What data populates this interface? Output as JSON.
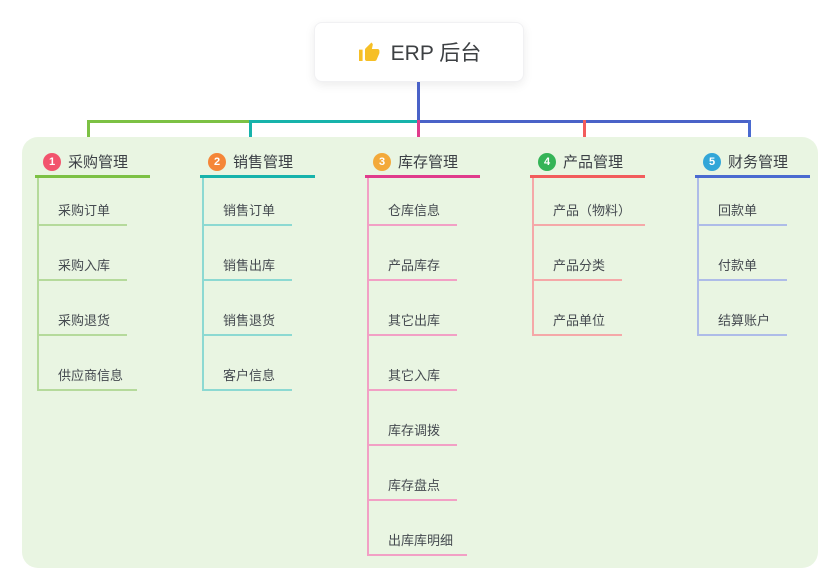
{
  "root": {
    "title": "ERP 后台",
    "icon": "thumbs-up-icon",
    "icon_color": "#f6bf26"
  },
  "panel_bg": "#e9f5e2",
  "connectors": {
    "root_color": "#4a62c8",
    "horizontal_segments": [
      {
        "color": "#7cc144",
        "from": 87,
        "to": 251
      },
      {
        "color": "#17b3ab",
        "from": 249,
        "to": 419
      },
      {
        "color": "#4a62c8",
        "from": 417,
        "to": 751
      }
    ],
    "drop_centers": [
      87,
      249,
      417,
      583,
      748
    ]
  },
  "branches": [
    {
      "index": "1",
      "title": "采购管理",
      "badge_color": "#f2546d",
      "line_color": "#7cc144",
      "child_line_color": "#b5da9b",
      "children": [
        "采购订单",
        "采购入库",
        "采购退货",
        "供应商信息"
      ]
    },
    {
      "index": "2",
      "title": "销售管理",
      "badge_color": "#f58638",
      "line_color": "#17b3ab",
      "child_line_color": "#8cd9d2",
      "children": [
        "销售订单",
        "销售出库",
        "销售退货",
        "客户信息"
      ]
    },
    {
      "index": "3",
      "title": "库存管理",
      "badge_color": "#f3a93a",
      "line_color": "#e03c8c",
      "child_line_color": "#f2a0c5",
      "children": [
        "仓库信息",
        "产品库存",
        "其它出库",
        "其它入库",
        "库存调拨",
        "库存盘点",
        "出库库明细"
      ]
    },
    {
      "index": "4",
      "title": "产品管理",
      "badge_color": "#35b457",
      "line_color": "#f25c5c",
      "child_line_color": "#f5a8a8",
      "children": [
        "产品（物料）",
        "产品分类",
        "产品单位"
      ]
    },
    {
      "index": "5",
      "title": "财务管理",
      "badge_color": "#32a6d8",
      "line_color": "#4a6ad0",
      "child_line_color": "#aebce8",
      "children": [
        "回款单",
        "付款单",
        "结算账户"
      ]
    }
  ]
}
